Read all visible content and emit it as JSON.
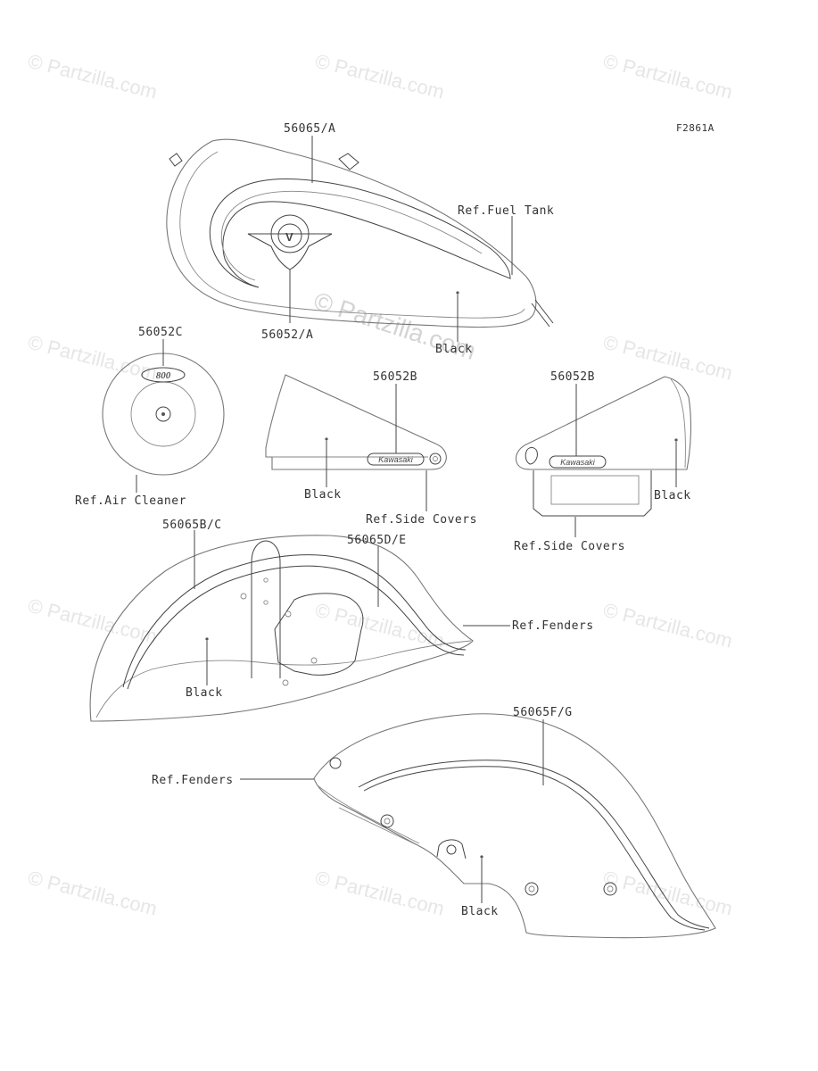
{
  "figure_id": "F2861A",
  "watermark": "© Partzilla.com",
  "labels": {
    "fuel_tank_stripe": "56065/A",
    "fuel_tank_ref": "Ref.Fuel Tank",
    "fuel_tank_emblem": "56052/A",
    "fuel_tank_color": "Black",
    "air_cleaner_part": "56052C",
    "air_cleaner_ref": "Ref.Air Cleaner",
    "side_cover_left_part": "56052B",
    "side_cover_left_color": "Black",
    "side_cover_left_ref": "Ref.Side Covers",
    "side_cover_right_part": "56052B",
    "side_cover_right_color": "Black",
    "side_cover_right_ref": "Ref.Side Covers",
    "front_fender_stripe_left": "56065B/C",
    "front_fender_stripe_right": "56065D/E",
    "front_fender_ref": "Ref.Fenders",
    "front_fender_color": "Black",
    "rear_fender_stripe": "56065F/G",
    "rear_fender_ref": "Ref.Fenders",
    "rear_fender_color": "Black"
  },
  "decals": {
    "kawasaki_left": "Kawasaki",
    "kawasaki_right": "Kawasaki",
    "air_cleaner_logo": "800"
  }
}
